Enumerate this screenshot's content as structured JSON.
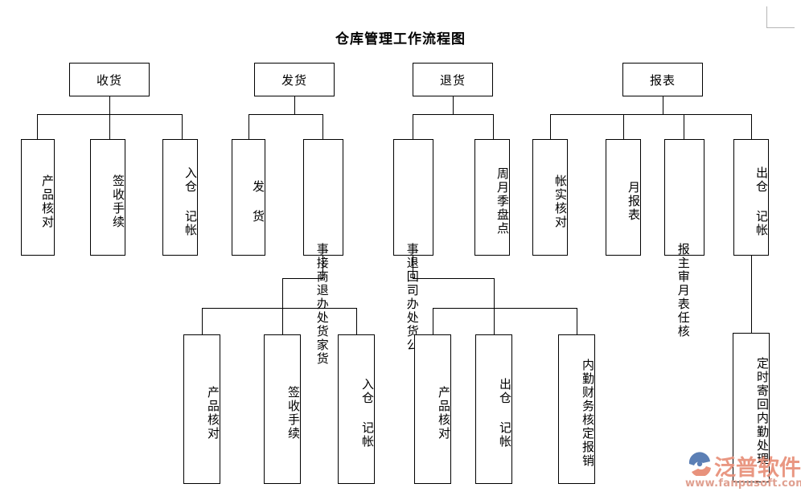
{
  "document": {
    "title": "仓库管理工作流程图",
    "background_color": "#ffffff",
    "line_color": "#000000"
  },
  "chart_data": {
    "type": "diagram",
    "diagram_kind": "org-tree-flowchart",
    "title": "仓库管理工作流程图",
    "roots": [
      {
        "id": "receive",
        "label": "收货",
        "children": [
          {
            "id": "receive-check",
            "label": "产品核对"
          },
          {
            "id": "receive-sign",
            "label": "签收手续"
          },
          {
            "id": "receive-inbound",
            "label": "入仓 记帐"
          }
        ]
      },
      {
        "id": "ship",
        "label": "发货",
        "children": [
          {
            "id": "ship-out",
            "label": "发 货"
          },
          {
            "id": "ship-return-handle",
            "label_col_right": "事接商退",
            "label_col_left": "办处货家货",
            "reading": "接商家退货事 办处货家货",
            "children": [
              {
                "id": "ship-r-check",
                "label": "产品核对"
              },
              {
                "id": "ship-r-sign",
                "label": "签收手续"
              },
              {
                "id": "ship-r-inbound",
                "label": "入仓 记帐"
              }
            ]
          }
        ]
      },
      {
        "id": "return",
        "label": "退货",
        "children": [
          {
            "id": "return-to-company",
            "label_col_right": "事退回司",
            "label_col_left": "办处货公",
            "reading": "退回公司事 办处货公",
            "children": [
              {
                "id": "return-check",
                "label": "产品核对"
              },
              {
                "id": "return-outbound",
                "label": "出仓 记帐"
              },
              {
                "id": "return-finance",
                "label": "内勤财务核定报销"
              }
            ]
          },
          {
            "id": "return-stocktake",
            "label": "周月季盘点"
          }
        ]
      },
      {
        "id": "report",
        "label": "报表",
        "children": [
          {
            "id": "report-recon",
            "label": "帐实核对"
          },
          {
            "id": "report-monthly",
            "label": "月报表"
          },
          {
            "id": "report-approve",
            "label_col_right": "报主审",
            "label_col_left": "月表任核",
            "reading": "报表主任审核"
          },
          {
            "id": "report-outbound",
            "label": "出仓 记帐",
            "children": [
              {
                "id": "report-mail-back",
                "label": "定时寄回内勤处理"
              }
            ]
          }
        ]
      }
    ]
  },
  "nodes": {
    "receive": "收货",
    "ship": "发货",
    "return": "退货",
    "report": "报表",
    "receive_check": "产品核对",
    "receive_sign": "签收手续",
    "receive_inbound": "入仓 记帐",
    "ship_out": "发 货",
    "ship_return_right": "事接商退",
    "ship_return_left": "办处货家货",
    "return_company_right": "事退回司",
    "return_company_left": "办处货公",
    "return_stocktake": "周月季盘点",
    "report_recon": "帐实核对",
    "report_monthly": "月报表",
    "report_approve_right": "报主审",
    "report_approve_left": "月表任核",
    "report_outbound": "出仓 记帐",
    "ship_r_check": "产品核对",
    "ship_r_sign": "签收手续",
    "ship_r_inbound": "入仓 记帐",
    "return_check": "产品核对",
    "return_outbound": "出仓 记帐",
    "return_finance": "内勤财务核定报销",
    "report_mail_back": "定时寄回内勤处理"
  },
  "watermark": {
    "brand": "泛普软件",
    "url": "www.fanpusoft.com",
    "brand_color": "#e8927c",
    "url_color": "#e0a090",
    "logo_color": "#5b7fb5"
  }
}
